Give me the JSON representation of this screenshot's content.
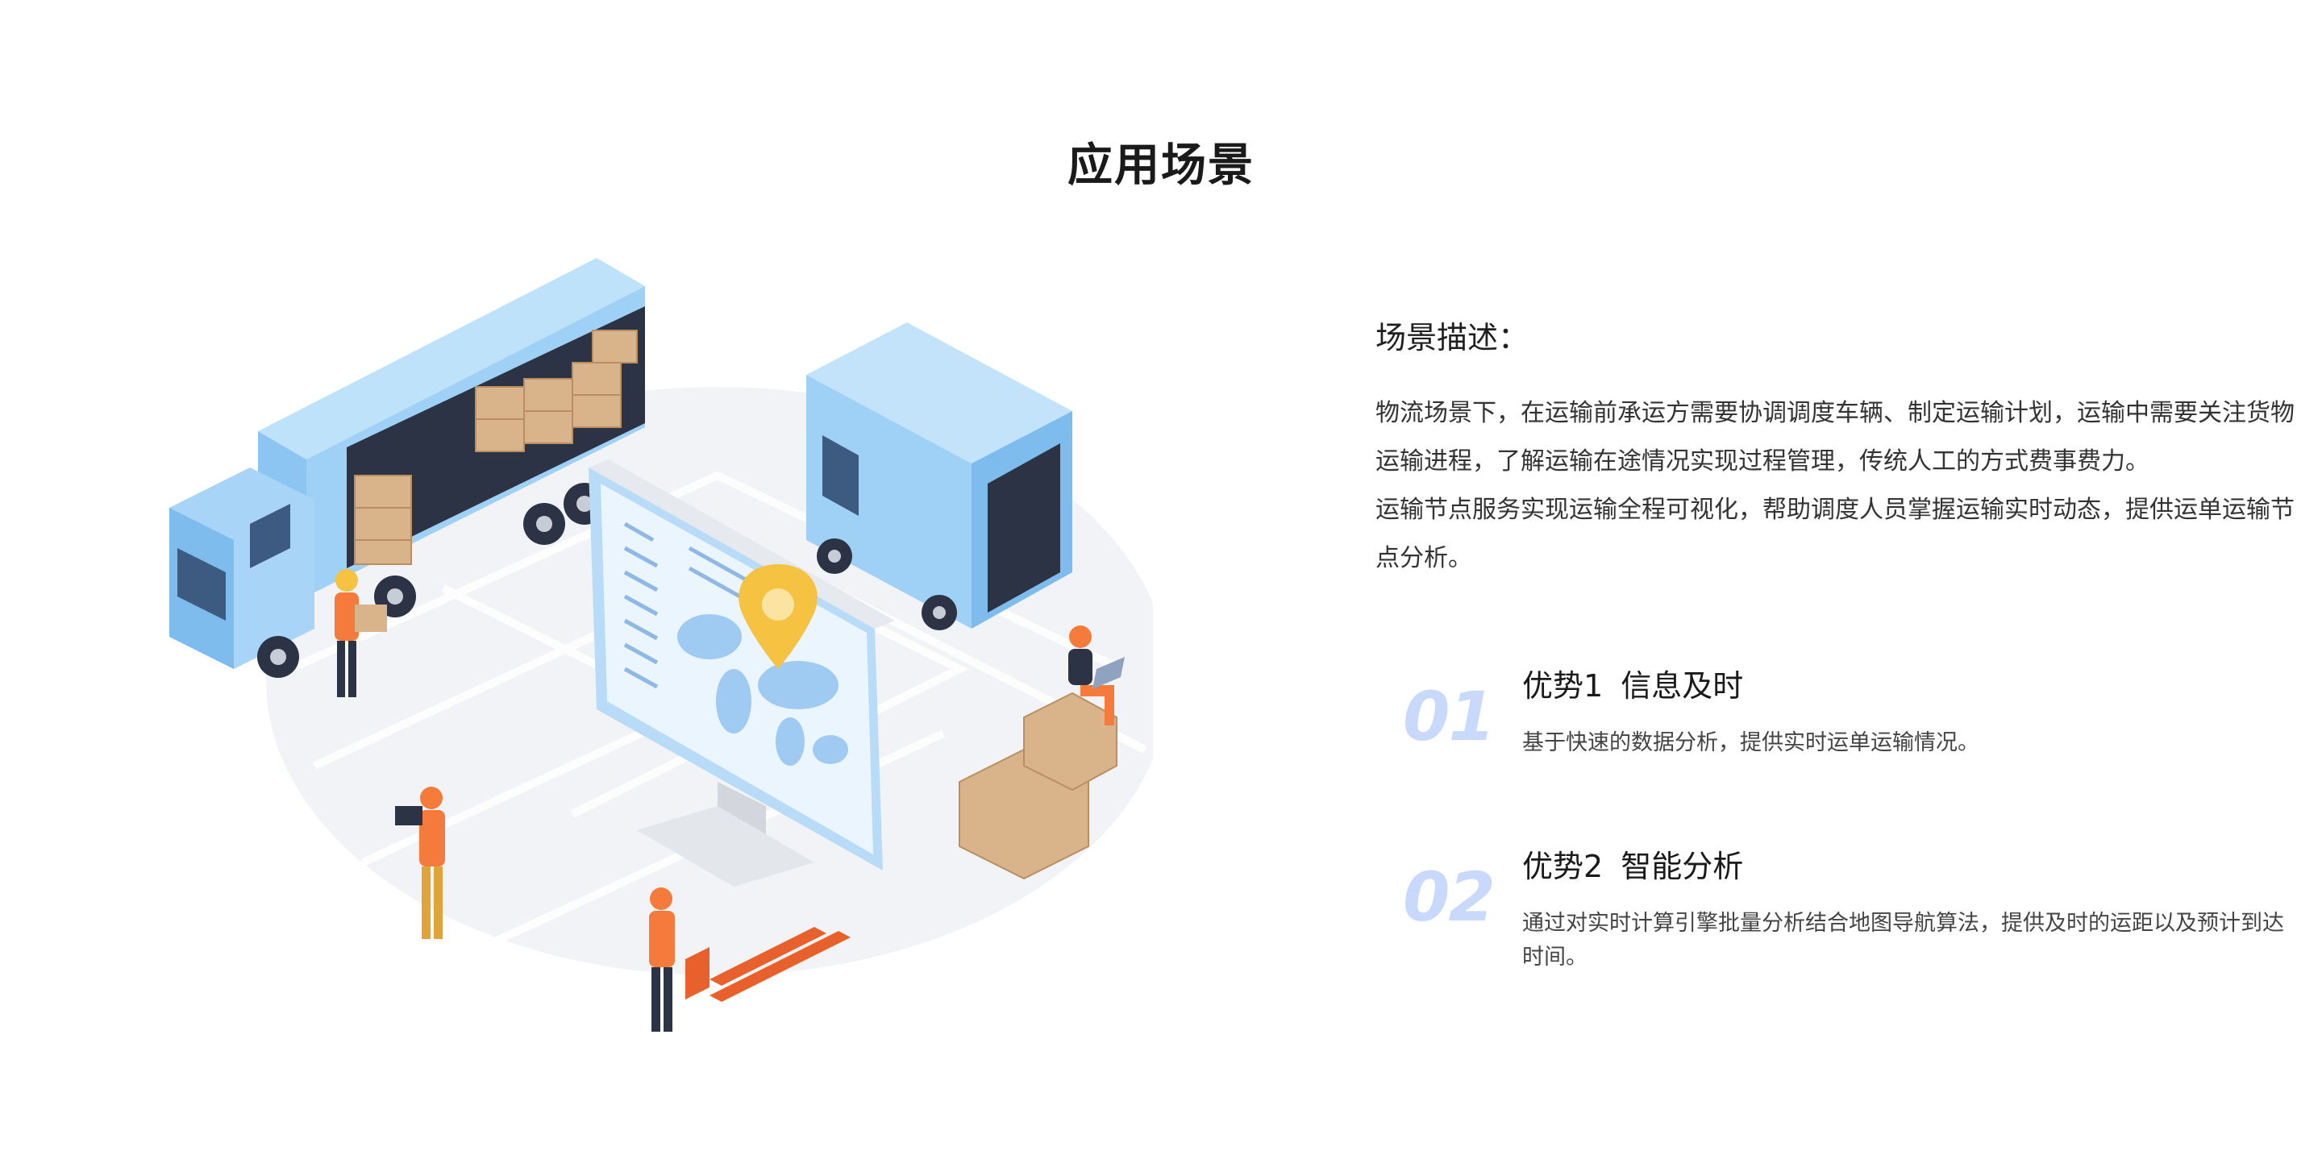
{
  "section": {
    "title": "应用场景"
  },
  "description": {
    "label": "场景描述：",
    "paragraph1": "物流场景下，在运输前承运方需要协调调度车辆、制定运输计划，运输中需要关注货物运输进程，了解运输在途情况实现过程管理，传统人工的方式费事费力。",
    "paragraph2": "运输节点服务实现运输全程可视化，帮助调度人员掌握运输实时动态，提供运单运输节点分析。"
  },
  "advantages": [
    {
      "number": "01",
      "tag": "优势1",
      "title": "信息及时",
      "text": "基于快速的数据分析，提供实时运单运输情况。"
    },
    {
      "number": "02",
      "tag": "优势2",
      "title": "智能分析",
      "text": "通过对实时计算引擎批量分析结合地图导航算法，提供及时的运距以及预计到达时间。"
    }
  ],
  "colors": {
    "truck_blue": "#9fd0f6",
    "truck_dark": "#5aa6e8",
    "box_tan": "#d9b48a",
    "worker_orange": "#f47b3c",
    "pin_gold": "#f5c242",
    "number_tint": "#c9d9fb"
  }
}
